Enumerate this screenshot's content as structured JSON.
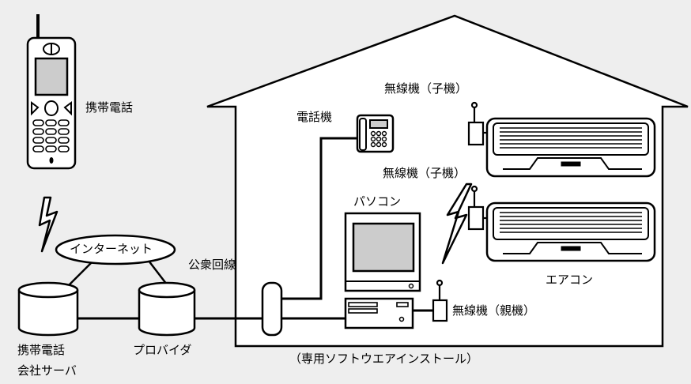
{
  "labels": {
    "mobile_phone": "携帯電話",
    "telephone": "電話機",
    "wireless_child_1": "無線機（子機）",
    "wireless_child_2": "無線機（子機）",
    "pc": "パソコン",
    "internet": "インターネット",
    "public_line": "公衆回線",
    "mobile_company_server_line1": "携帯電話",
    "mobile_company_server_line2": "会社サーバ",
    "provider": "プロバイダ",
    "wireless_parent": "無線機（親機）",
    "air_conditioner": "エアコン",
    "dedicated_software": "（専用ソフトウエアインストール）"
  },
  "colors": {
    "background": "#eeeeee",
    "line": "#000000",
    "fill": "#ffffff",
    "screen": "#cccccc"
  }
}
